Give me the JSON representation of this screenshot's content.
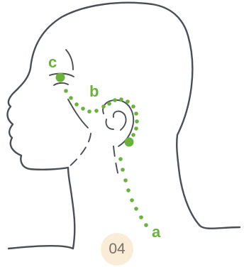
{
  "labels": {
    "a": "a",
    "b": "b",
    "c": "c"
  },
  "step": "04",
  "colors": {
    "accent": "#6ab23a",
    "outline": "#4a4f55",
    "badge": "#f9edd8"
  }
}
